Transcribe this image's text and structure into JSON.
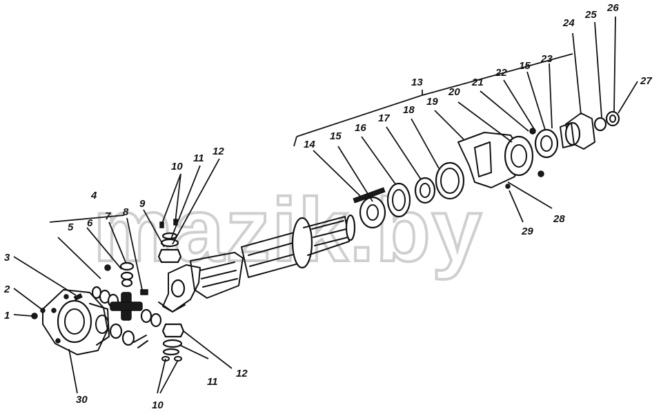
{
  "watermark": "mazik.by",
  "callouts": {
    "c1": "1",
    "c2": "2",
    "c3": "3",
    "c4": "4",
    "c5": "5",
    "c6": "6",
    "c7": "7",
    "c8": "8",
    "c9": "9",
    "c10a": "10",
    "c10b": "10",
    "c11a": "11",
    "c11b": "11",
    "c12a": "12",
    "c12b": "12",
    "c13": "13",
    "c14": "14",
    "c15a": "15",
    "c15b": "15",
    "c16": "16",
    "c17": "17",
    "c18": "18",
    "c19": "19",
    "c20": "20",
    "c21": "21",
    "c22": "22",
    "c23": "23",
    "c24": "24",
    "c25": "25",
    "c26": "26",
    "c27": "27",
    "c28": "28",
    "c29": "29",
    "c30": "30"
  }
}
